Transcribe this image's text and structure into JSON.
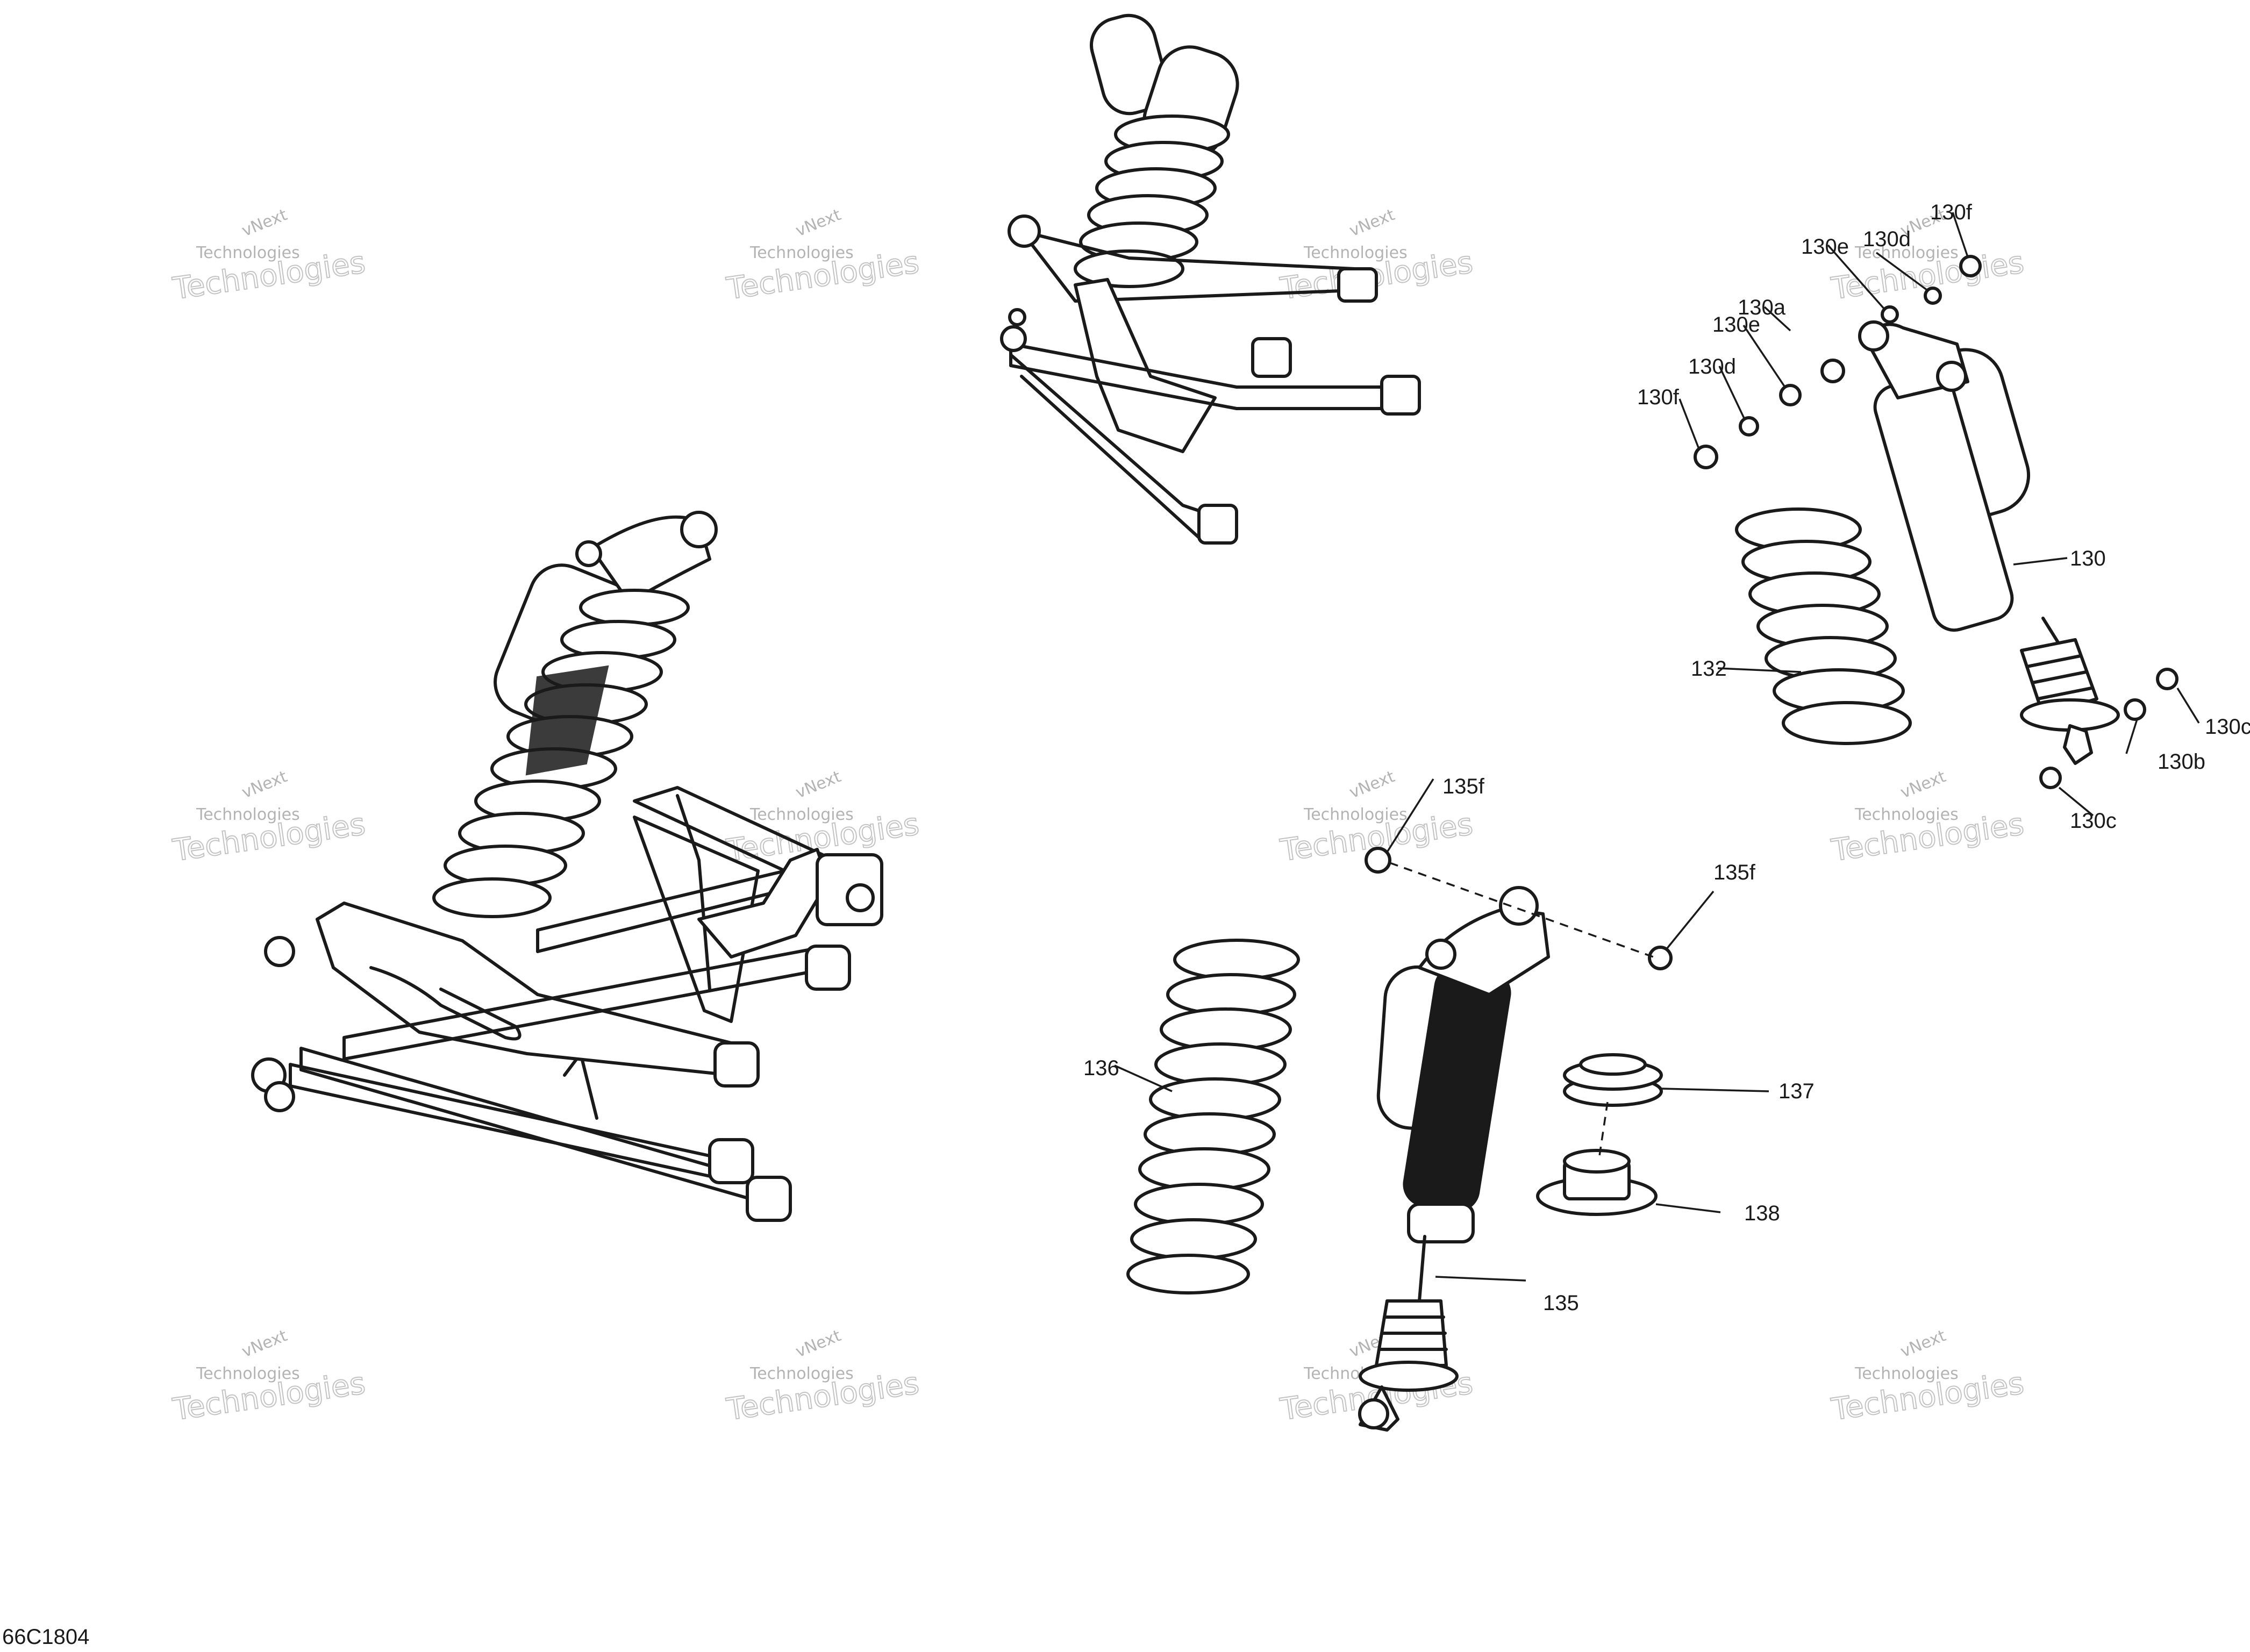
{
  "figure_code": "66C1804",
  "watermark": {
    "line1": "vNext",
    "line2": "Technologies"
  },
  "callouts": [
    {
      "id": "130",
      "label": "130"
    },
    {
      "id": "130a",
      "label": "130a"
    },
    {
      "id": "130b",
      "label": "130b"
    },
    {
      "id": "130c-1",
      "label": "130c"
    },
    {
      "id": "130c-2",
      "label": "130c"
    },
    {
      "id": "130d-1",
      "label": "130d"
    },
    {
      "id": "130d-2",
      "label": "130d"
    },
    {
      "id": "130e-1",
      "label": "130e"
    },
    {
      "id": "130e-2",
      "label": "130e"
    },
    {
      "id": "130f-1",
      "label": "130f"
    },
    {
      "id": "130f-2",
      "label": "130f"
    },
    {
      "id": "132",
      "label": "132"
    },
    {
      "id": "135",
      "label": "135"
    },
    {
      "id": "135f-1",
      "label": "135f"
    },
    {
      "id": "135f-2",
      "label": "135f"
    },
    {
      "id": "136",
      "label": "136"
    },
    {
      "id": "137",
      "label": "137"
    },
    {
      "id": "138",
      "label": "138"
    }
  ]
}
